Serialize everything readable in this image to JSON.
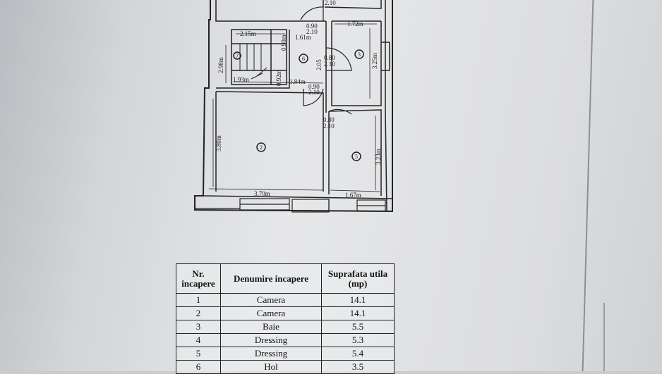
{
  "plan": {
    "dim_top": "2.10",
    "door_a_w": "0.90",
    "door_a_h": "2.10",
    "dim_stair_w": "2.15m",
    "dim_hall_w": "1.61m",
    "dim_stair_v": "0.90m",
    "dim_bath_w": "1.72m",
    "dim_stair_h": "2.98m",
    "dim_stair_v2": "0.92m",
    "dim_hall_h": "2.05",
    "door_b_w": "0.80",
    "door_b_h": "2.10",
    "dim_bath_h": "3.25m",
    "dim_stair_bottom": "1.93m",
    "dim_hall_bottom": "1.84m",
    "door_c_w": "0.90",
    "door_c_h": "2.10",
    "door_d_w": "0.80",
    "door_d_h": "2.10",
    "dim_room2_h": "3.80m",
    "dim_room5_h": "3.23m",
    "dim_room2_w": "3.70m",
    "dim_room5_w": "1.67m",
    "room_num_2": "2",
    "room_num_3": "3",
    "room_num_5": "5",
    "room_num_6": "6",
    "room_num_7": "7"
  },
  "table": {
    "headers": [
      "Nr. incapere",
      "Denumire incapere",
      "Suprafata utila (mp)"
    ],
    "rows": [
      [
        "1",
        "Camera",
        "14.1"
      ],
      [
        "2",
        "Camera",
        "14.1"
      ],
      [
        "3",
        "Baie",
        "5.5"
      ],
      [
        "4",
        "Dressing",
        "5.3"
      ],
      [
        "5",
        "Dressing",
        "5.4"
      ],
      [
        "6",
        "Hol",
        "3.5"
      ]
    ]
  }
}
